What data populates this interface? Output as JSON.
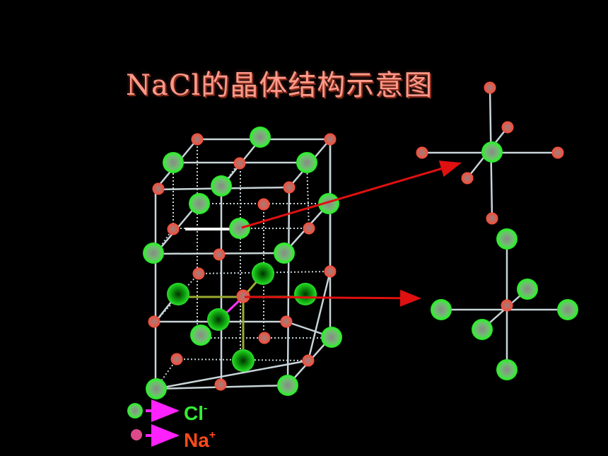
{
  "title": "NaCl的晶体结构示意图",
  "legend": {
    "cl": {
      "label": "Cl",
      "charge": "-"
    },
    "na": {
      "label": "Na",
      "charge": "+"
    }
  },
  "colors": {
    "background": "#000000",
    "cl_ion": "#33ee33",
    "na_ion": "#e84a3a",
    "bond": "#c8d4d8",
    "arrow": "#e01010",
    "legend_arrow": "#ff22ff",
    "cl_text": "#33ee33",
    "na_text": "#ff4a1a"
  },
  "icons": [
    "chloride-ion-icon",
    "sodium-ion-icon",
    "magenta-arrow-icon",
    "red-arrow-icon"
  ]
}
